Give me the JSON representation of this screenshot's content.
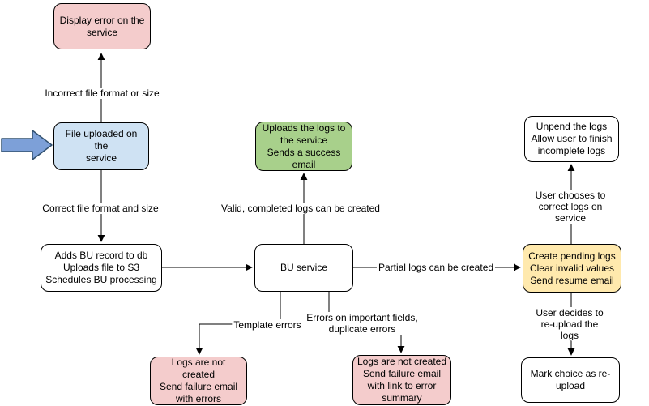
{
  "diagram_type": "flowchart",
  "colors": {
    "node_pink": "#f4cccc",
    "node_blue": "#cfe2f3",
    "node_green": "#a8d08b",
    "node_yellow": "#ffe9ad",
    "node_white": "#ffffff",
    "node_border": "#000000",
    "edge_stroke": "#000000",
    "input_arrow_fill": "#7da0d8",
    "input_arrow_stroke": "#31506f"
  },
  "nodes": {
    "display_error": {
      "text": "Display error on the\nservice",
      "color": "pink"
    },
    "file_uploaded": {
      "text": "File uploaded on the\nservice",
      "color": "blue"
    },
    "adds_bu_record": {
      "text": "Adds BU record to db\nUploads file to S3\nSchedules BU processing",
      "color": "white"
    },
    "bu_service": {
      "text": "BU service",
      "color": "white"
    },
    "uploads_logs": {
      "text": "Uploads the logs to\nthe service\nSends a success\nemail",
      "color": "green"
    },
    "unpend_logs": {
      "text": "Unpend the logs\nAllow user to finish\nincomplete logs",
      "color": "white"
    },
    "create_pending": {
      "text": "Create pending logs\nClear invalid values\nSend resume email",
      "color": "yellow"
    },
    "mark_reupload": {
      "text": "Mark choice as re-\nupload",
      "color": "white"
    },
    "logs_not_created_errors": {
      "text": "Logs are not created\nSend failure email\nwith errors",
      "color": "pink"
    },
    "logs_not_created_summary": {
      "text": "Logs are not created\nSend failure email\nwith link to error\nsummary",
      "color": "pink"
    }
  },
  "edges": [
    {
      "from": "file_uploaded",
      "to": "display_error",
      "label": "Incorrect file format or size"
    },
    {
      "from": "file_uploaded",
      "to": "adds_bu_record",
      "label": "Correct file format and size"
    },
    {
      "from": "adds_bu_record",
      "to": "bu_service",
      "label": ""
    },
    {
      "from": "bu_service",
      "to": "uploads_logs",
      "label": "Valid, completed logs can be created"
    },
    {
      "from": "bu_service",
      "to": "create_pending",
      "label": "Partial logs can be created"
    },
    {
      "from": "bu_service",
      "to": "logs_not_created_errors",
      "label": "Template errors"
    },
    {
      "from": "bu_service",
      "to": "logs_not_created_summary",
      "label": "Errors on important fields,\nduplicate errors"
    },
    {
      "from": "create_pending",
      "to": "unpend_logs",
      "label": "User chooses to correct logs on service"
    },
    {
      "from": "create_pending",
      "to": "mark_reupload",
      "label": "User decides to re-upload the logs"
    }
  ]
}
